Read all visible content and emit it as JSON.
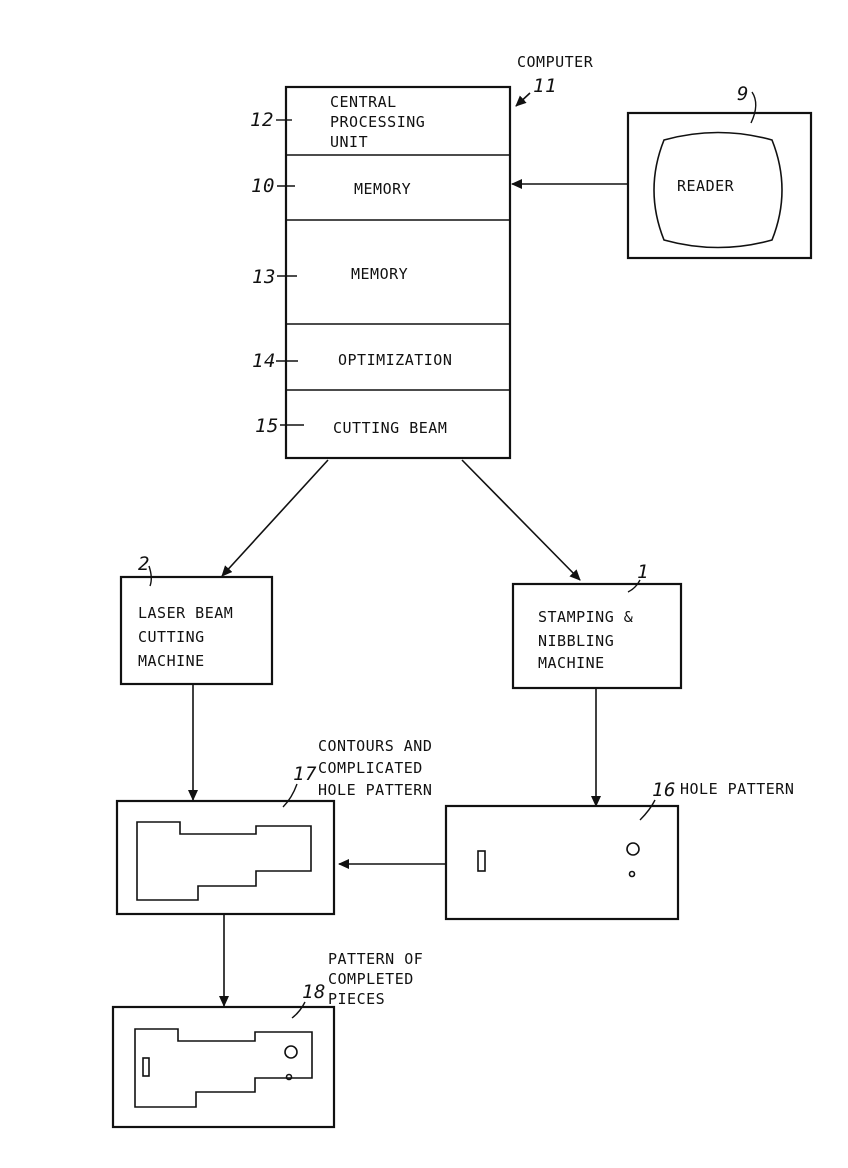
{
  "computer": {
    "title": "COMPUTER",
    "ref": "11",
    "blocks": [
      {
        "ref": "12",
        "lines": [
          "CENTRAL",
          "PROCESSING",
          "UNIT"
        ]
      },
      {
        "ref": "10",
        "lines": [
          "MEMORY"
        ]
      },
      {
        "ref": "13",
        "lines": [
          "MEMORY"
        ]
      },
      {
        "ref": "14",
        "lines": [
          "OPTIMIZATION"
        ]
      },
      {
        "ref": "15",
        "lines": [
          "CUTTING BEAM"
        ]
      }
    ]
  },
  "reader": {
    "ref": "9",
    "label": "READER"
  },
  "laser": {
    "ref": "2",
    "lines": [
      "LASER BEAM",
      "CUTTING",
      "MACHINE"
    ]
  },
  "stamping": {
    "ref": "1",
    "lines": [
      "STAMPING &",
      "NIBBLING",
      "MACHINE"
    ]
  },
  "contours": {
    "ref": "17",
    "lines": [
      "CONTOURS AND",
      "COMPLICATED",
      "HOLE PATTERN"
    ]
  },
  "hole_pattern": {
    "ref": "16",
    "label": "HOLE PATTERN"
  },
  "completed": {
    "ref": "18",
    "lines": [
      "PATTERN OF",
      "COMPLETED",
      "PIECES"
    ]
  }
}
